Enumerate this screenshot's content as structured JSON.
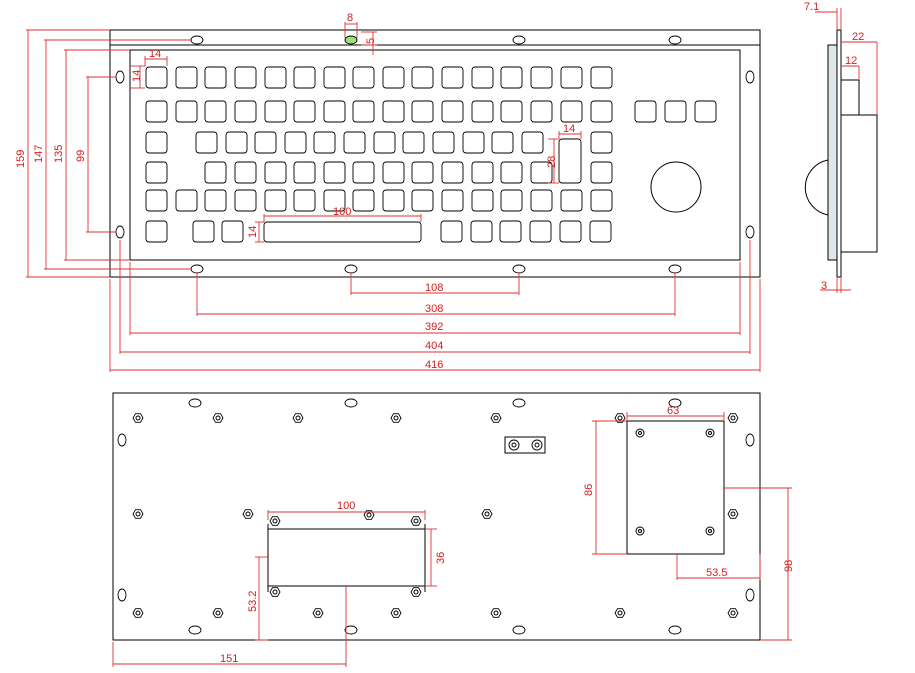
{
  "front_view": {
    "dimensions": {
      "total_width": "416",
      "panel_width": "404",
      "inner_width": "392",
      "hole_span_outer": "308",
      "hole_span_inner": "108",
      "total_height": "159",
      "height_147": "147",
      "height_135": "135",
      "height_99": "99",
      "top_hole_width": "8",
      "top_hole_offset": "5",
      "key_width": "14",
      "key_height": "14",
      "space_width": "100",
      "space_height": "14",
      "pad_width": "14",
      "pad_height": "28"
    }
  },
  "side_view": {
    "dimensions": {
      "panel_thickness": "7.1",
      "depth": "22",
      "mid_depth": "12",
      "base": "3"
    }
  },
  "back_view": {
    "dimensions": {
      "cutout_width": "100",
      "cutout_height": "36",
      "cutout_offset_y": "53.2",
      "cutout_offset_x": "151",
      "pcb_width": "63",
      "pcb_height": "86",
      "pcb_offset_x": "53.5",
      "pcb_offset_y": "98"
    }
  }
}
